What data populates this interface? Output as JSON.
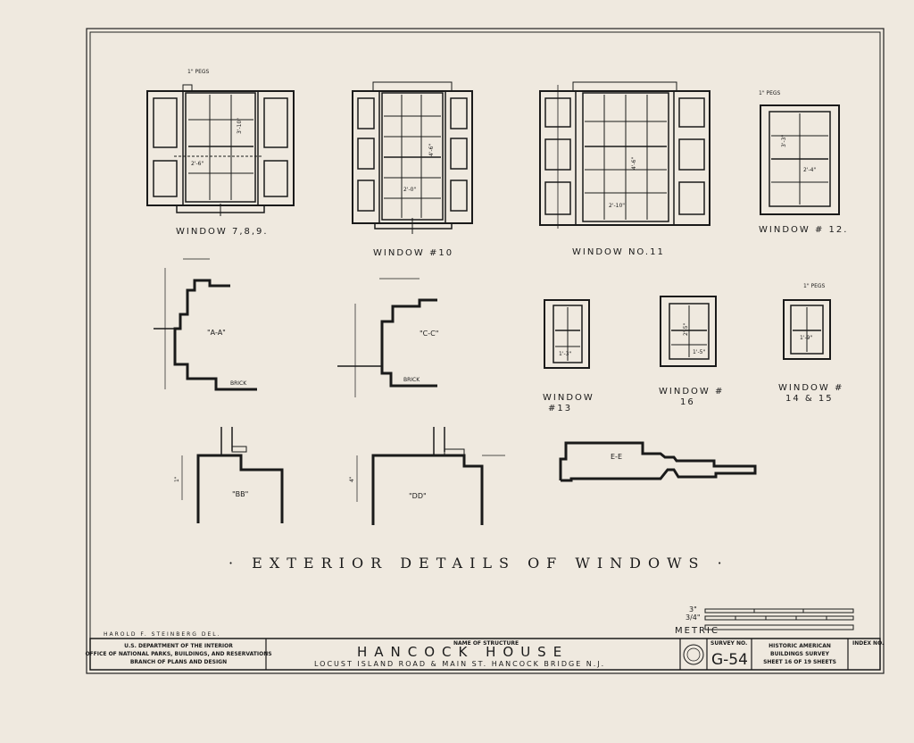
{
  "drawing": {
    "main_title": "· EXTERIOR   DETAILS OF WINDOWS ·",
    "drafter": "HAROLD  F. STEINBERG  DEL.",
    "scale_label": "METRIC",
    "scale_3in": "3\"",
    "scale_3_4in": "3/4\"",
    "labels": {
      "w789": "WINDOW 7,8,9.",
      "w10": "WINDOW #10",
      "w11": "WINDOW   NO.11",
      "w12": "WINDOW # 12.",
      "w13a": "WINDOW",
      "w13b": "#13",
      "w16a": "WINDOW #",
      "w16b": "16",
      "w1415a": "WINDOW #",
      "w1415b": "14 & 15"
    },
    "sections": {
      "aa": "\"A-A\"",
      "cc": "\"C-C\"",
      "bb1": "\"BB\"",
      "dd": "\"DD\"",
      "ee": "E-E",
      "brick1": "BRICK",
      "brick2": "BRICK",
      "pegs1": "1\" PEGS",
      "pegs2": "1\" PEGS",
      "pegs3": "1\" PEGS"
    },
    "dims": {
      "d1": "3'-10\"",
      "d2": "2'-6\"",
      "d3": "4'-6\"",
      "d4": "2'-0\"",
      "d5": "4'-6\"",
      "d6": "2'-10\"",
      "d7": "3'-3\"",
      "d8": "2'-4\"",
      "d9": "1'-3\"",
      "d10": "2'-5\"",
      "d11": "1'-5\"",
      "d12": "1'-9\"",
      "d13": "1\"",
      "d14": "4\""
    }
  },
  "title_block": {
    "agency_1": "U.S. DEPARTMENT OF THE INTERIOR",
    "agency_2": "OFFICE OF NATIONAL PARKS, BUILDINGS, AND RESERVATIONS",
    "agency_3": "BRANCH OF PLANS AND DESIGN",
    "name_label": "NAME OF STRUCTURE",
    "structure": "HANCOCK  HOUSE",
    "address": "LOCUST ISLAND ROAD & MAIN ST. HANCOCK BRIDGE N.J.",
    "survey_label": "SURVEY NO.",
    "survey_no": "G-54",
    "habs_1": "HISTORIC AMERICAN",
    "habs_2": "BUILDINGS SURVEY",
    "sheet_text": "SHEET 16 OF 19 SHEETS",
    "index_label": "INDEX NO."
  }
}
